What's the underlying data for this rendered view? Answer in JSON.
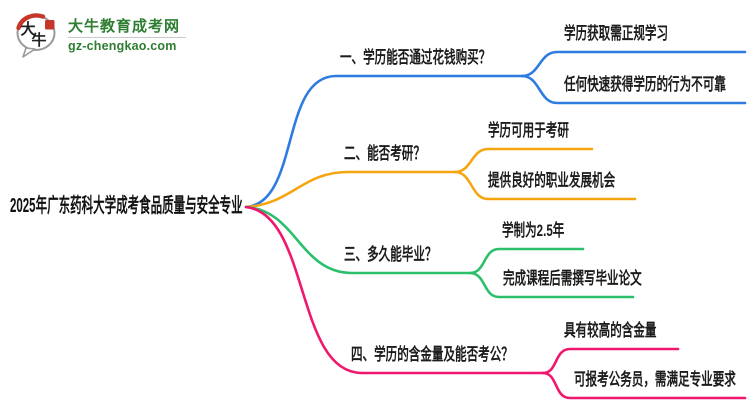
{
  "page": {
    "background": "#ffffff",
    "text_color": "#1c1c1c"
  },
  "logo": {
    "title": "大牛教育成考网",
    "url": "gz-chengkao.com",
    "mark_chars_1": "大",
    "mark_chars_2": "牛",
    "green": "#2E7D32",
    "red": "#C5362B",
    "bubble_border": "#9a9a9a"
  },
  "mindmap": {
    "root": {
      "label": "2025年广东药科大学成考食品质量与安全专业",
      "color": "#1C1C1C"
    },
    "branches": [
      {
        "label": "一、学历能否通过花钱购买？",
        "color": "#2E7CE0",
        "children": [
          {
            "label": "学历获取需正规学习"
          },
          {
            "label": "任何快速获得学历的行为不可靠"
          }
        ]
      },
      {
        "label": "二、能否考研？",
        "color": "#F5A50F",
        "children": [
          {
            "label": "学历可用于考研"
          },
          {
            "label": "提供良好的职业发展机会"
          }
        ]
      },
      {
        "label": "三、多久能毕业？",
        "color": "#2BBF6C",
        "children": [
          {
            "label": "学制为2.5年"
          },
          {
            "label": "完成课程后需撰写毕业论文"
          }
        ]
      },
      {
        "label": "四、学历的含金量及能否考公？",
        "color": "#F0176E",
        "children": [
          {
            "label": "具有较高的含金量"
          },
          {
            "label": "可报考公务员，需满足专业要求"
          }
        ]
      }
    ]
  }
}
